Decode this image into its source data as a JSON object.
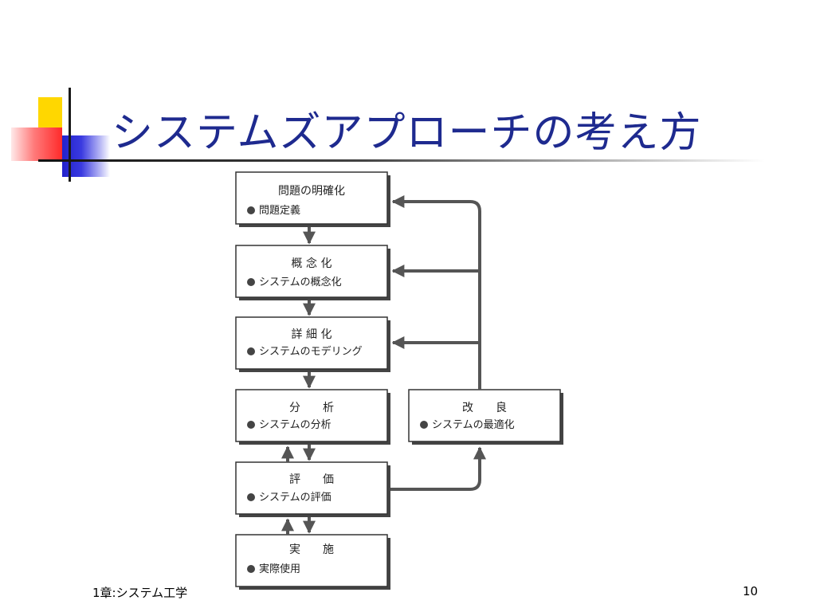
{
  "slide": {
    "title": "システムズアプローチの考え方",
    "footer_left": "1章:システム工学",
    "page_number": "10"
  },
  "colors": {
    "title": "#1e2a8f",
    "accent_yellow": "#ffd700",
    "accent_red": "#ff2a2a",
    "accent_blue": "#2222cc",
    "arrow": "#555555"
  },
  "flow": {
    "steps": [
      {
        "id": "clarify",
        "title": "問題の明確化",
        "desc": "問題定義"
      },
      {
        "id": "concept",
        "title": "概 念 化",
        "desc": "システムの概念化"
      },
      {
        "id": "detail",
        "title": "詳 細 化",
        "desc": "システムのモデリング"
      },
      {
        "id": "analysis",
        "title": "分　　析",
        "desc": "システムの分析"
      },
      {
        "id": "evaluation",
        "title": "評　　価",
        "desc": "システムの評価"
      },
      {
        "id": "implementation",
        "title": "実　　施",
        "desc": "実際使用"
      }
    ],
    "improve": {
      "id": "improve",
      "title": "改　　良",
      "desc": "システムの最適化"
    }
  }
}
